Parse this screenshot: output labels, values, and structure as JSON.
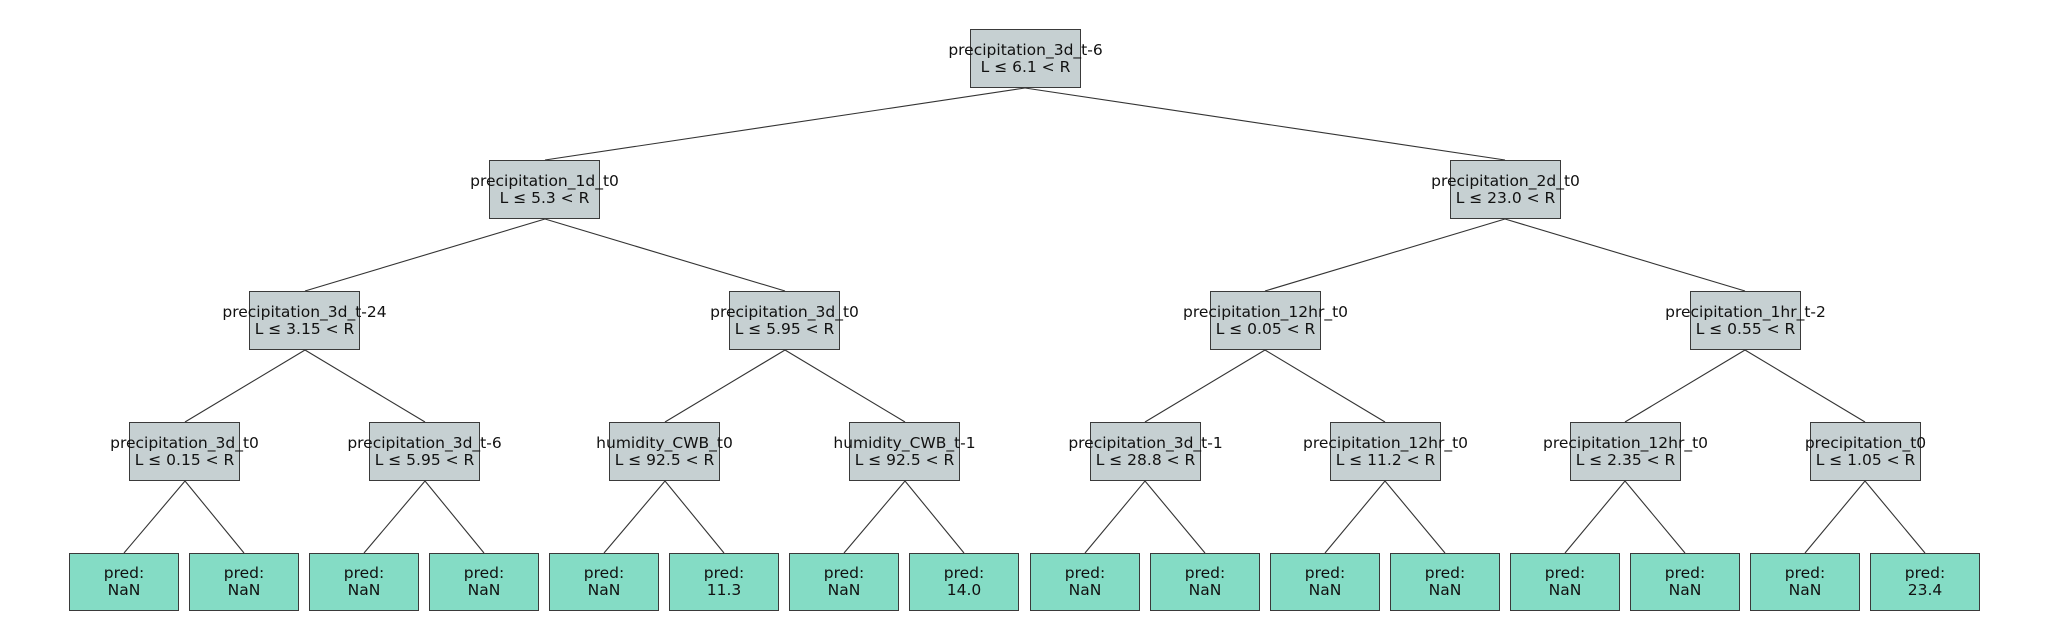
{
  "tree": {
    "root": {
      "feature": "precipitation_3d_t-6",
      "rule": "L ≤ 6.1 < R"
    },
    "level1": [
      {
        "feature": "precipitation_1d_t0",
        "rule": "L ≤ 5.3 < R"
      },
      {
        "feature": "precipitation_2d_t0",
        "rule": "L ≤ 23.0 < R"
      }
    ],
    "level2": [
      {
        "feature": "precipitation_3d_t-24",
        "rule": "L ≤ 3.15 < R"
      },
      {
        "feature": "precipitation_3d_t0",
        "rule": "L ≤ 5.95 < R"
      },
      {
        "feature": "precipitation_12hr_t0",
        "rule": "L ≤ 0.05 < R"
      },
      {
        "feature": "precipitation_1hr_t-2",
        "rule": "L ≤ 0.55 < R"
      }
    ],
    "level3": [
      {
        "feature": "precipitation_3d_t0",
        "rule": "L ≤ 0.15 < R"
      },
      {
        "feature": "precipitation_3d_t-6",
        "rule": "L ≤ 5.95 < R"
      },
      {
        "feature": "humidity_CWB_t0",
        "rule": "L ≤ 92.5 < R"
      },
      {
        "feature": "humidity_CWB_t-1",
        "rule": "L ≤ 92.5 < R"
      },
      {
        "feature": "precipitation_3d_t-1",
        "rule": "L ≤ 28.8 < R"
      },
      {
        "feature": "precipitation_12hr_t0",
        "rule": "L ≤ 11.2 < R"
      },
      {
        "feature": "precipitation_12hr_t0",
        "rule": "L ≤ 2.35 < R"
      },
      {
        "feature": "precipitation_t0",
        "rule": "L ≤ 1.05 < R"
      }
    ],
    "leaf_label": "pred:",
    "leaves": [
      "NaN",
      "NaN",
      "NaN",
      "NaN",
      "NaN",
      "11.3",
      "NaN",
      "14.0",
      "NaN",
      "NaN",
      "NaN",
      "NaN",
      "NaN",
      "NaN",
      "NaN",
      "23.4"
    ]
  },
  "colors": {
    "split_fill": "#c6d0d2",
    "leaf_fill": "#84dcc5",
    "edge": "#333333"
  }
}
